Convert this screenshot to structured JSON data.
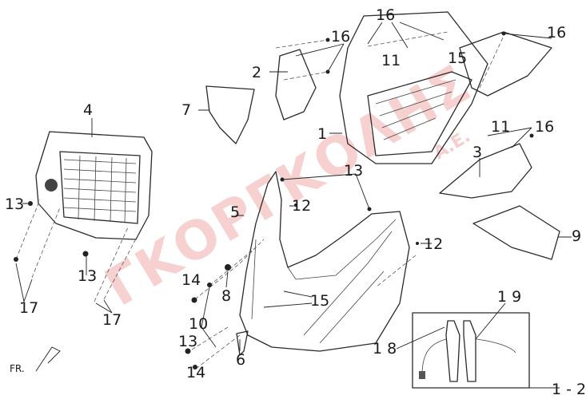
{
  "diagram": {
    "watermark": "ΓΚΟΡΓΚΟΛΗΣ",
    "watermark_suffix": "Α.Ε.",
    "direction_label": "FR.",
    "callouts": {
      "p16a": "16",
      "p16b": "16",
      "p16c": "16",
      "p16d": "16",
      "p2": "2",
      "p11a": "11",
      "p15a": "15",
      "p7": "7",
      "p4": "4",
      "p1": "1",
      "p11b": "11",
      "p3": "3",
      "p13a": "13",
      "p5": "5",
      "p12a": "12",
      "p13b": "13",
      "p12b": "12",
      "p9": "9",
      "p13c": "13",
      "p14a": "14",
      "p8": "8",
      "p15b": "15",
      "p17a": "17",
      "p17b": "17",
      "p10": "10",
      "p19": "1 9",
      "p13d": "13",
      "p18": "1 8",
      "p6": "6",
      "p14b": "14",
      "p1_2": "1 - 2"
    }
  }
}
